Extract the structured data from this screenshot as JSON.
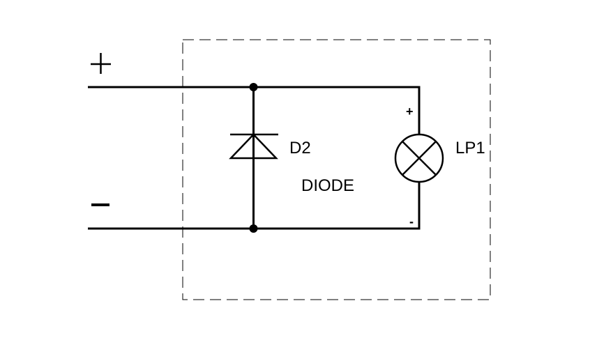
{
  "diagram": {
    "type": "circuit-schematic",
    "terminals": {
      "positive_label": "+",
      "negative_label": "−"
    },
    "components": {
      "diode": {
        "ref": "D2",
        "value": "DIODE"
      },
      "lamp": {
        "ref": "LP1",
        "pin_plus": "+",
        "pin_minus": "-"
      }
    },
    "colors": {
      "line": "#000000",
      "background": "#ffffff"
    }
  }
}
